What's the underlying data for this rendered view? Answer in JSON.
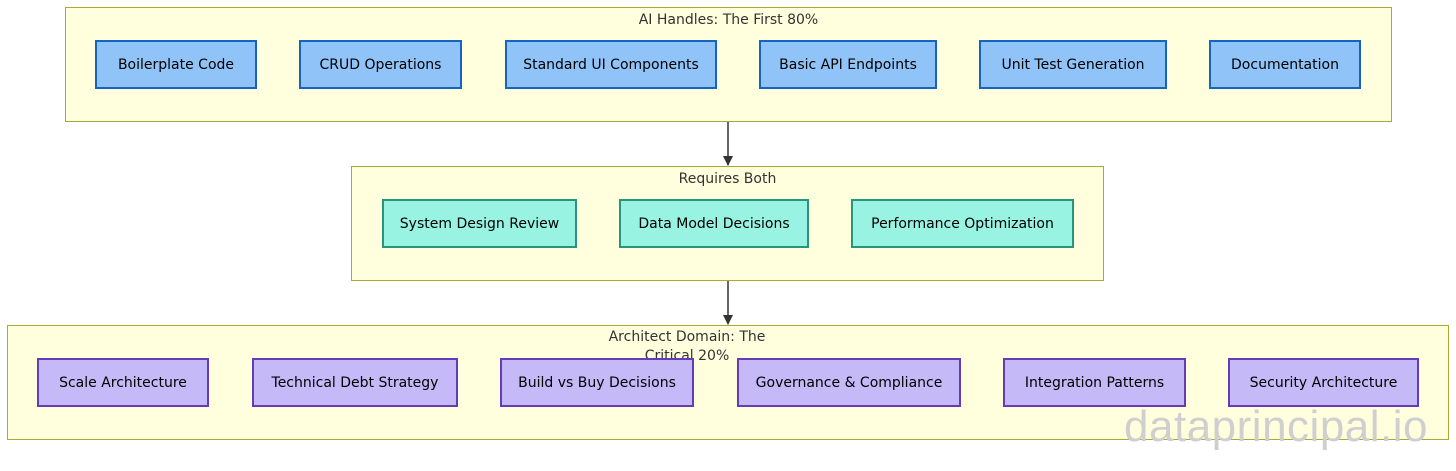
{
  "clusters": {
    "ai": {
      "title": "AI Handles: The First 80%",
      "nodes": [
        "Boilerplate Code",
        "CRUD Operations",
        "Standard UI Components",
        "Basic API Endpoints",
        "Unit Test Generation",
        "Documentation"
      ]
    },
    "both": {
      "title": "Requires Both",
      "nodes": [
        "System Design Review",
        "Data Model Decisions",
        "Performance Optimization"
      ]
    },
    "architect": {
      "title": "Architect Domain: The\nCritical 20%",
      "nodes": [
        "Scale Architecture",
        "Technical Debt Strategy",
        "Build vs Buy Decisions",
        "Governance & Compliance",
        "Integration Patterns",
        "Security Architecture"
      ]
    }
  },
  "edges": [
    {
      "from": "AI Handles: The First 80%",
      "to": "Requires Both"
    },
    {
      "from": "Requires Both",
      "to": "Architect Domain: The\nCritical 20%"
    }
  ],
  "colors": {
    "cluster_fill": "#ffffde",
    "cluster_border": "#aaaa33",
    "ai_fill": "#90c4f9",
    "ai_border": "#1565c0",
    "both_fill": "#98f3e2",
    "both_border": "#26957c",
    "architect_fill": "#c5b9f7",
    "architect_border": "#673ab7"
  },
  "watermark": "dataprincipal.io"
}
